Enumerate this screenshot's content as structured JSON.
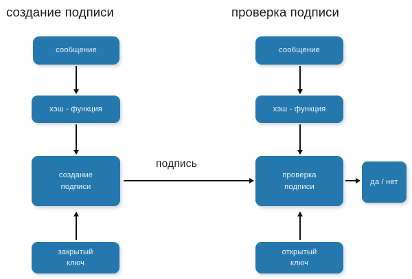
{
  "diagram": {
    "titles": {
      "left": "создание подписи",
      "right": "проверка подписи"
    },
    "nodes": {
      "message_left": "сообщение",
      "hash_left": "хэш - функция",
      "create_signature": "создание\nподписи",
      "private_key": "закрытый\nключ",
      "message_right": "сообщение",
      "hash_right": "хэш - функция",
      "verify_signature": "проверка\nподписи",
      "public_key": "открытый\nключ",
      "result": "да / нет"
    },
    "edges": {
      "signature_label": "подпись"
    },
    "colors": {
      "node_fill": "#2578ae",
      "node_text": "#e8f4fb",
      "arrow": "#111111",
      "title_text": "#1a1a1a",
      "background": "#ffffff"
    }
  }
}
